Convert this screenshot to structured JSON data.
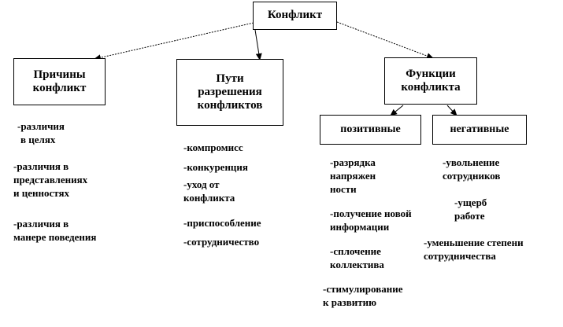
{
  "root": {
    "label": "Конфликт"
  },
  "causes": {
    "title_line1": "Причины",
    "title_line2": "конфликт",
    "items": [
      {
        "line1": "-различия",
        "line2": "в целях"
      },
      {
        "line1": "-различия  в",
        "line2": "представлениях",
        "line3": "и ценностях"
      },
      {
        "line1": "-различия  в",
        "line2": "манере поведения"
      }
    ]
  },
  "resolution": {
    "title_line1": "Пути",
    "title_line2": "разрешения",
    "title_line3": "конфликтов",
    "items": [
      {
        "line1": "-компромисс"
      },
      {
        "line1": "-конкуренция"
      },
      {
        "line1": "-уход  от",
        "line2": "конфликта"
      },
      {
        "line1": "-приспособление"
      },
      {
        "line1": "-сотрудничество"
      }
    ]
  },
  "functions": {
    "title_line1": "Функции",
    "title_line2": "конфликта",
    "positive": {
      "label": "позитивные",
      "items": [
        {
          "line1": "-разрядка",
          "line2": "напряжен",
          "line3": "ности"
        },
        {
          "line1": "-получение  новой",
          "line2": "информации"
        },
        {
          "line1": "-сплочение",
          "line2": "коллектива"
        },
        {
          "line1": "-стимулирование",
          "line2": "к развитию"
        }
      ]
    },
    "negative": {
      "label": "негативные",
      "items": [
        {
          "line1": "-увольнение",
          "line2": "сотрудников"
        },
        {
          "line1": "-ущерб",
          "line2": "работе"
        },
        {
          "line1": "-уменьшение  степени",
          "line2": "сотрудничества"
        }
      ]
    }
  }
}
